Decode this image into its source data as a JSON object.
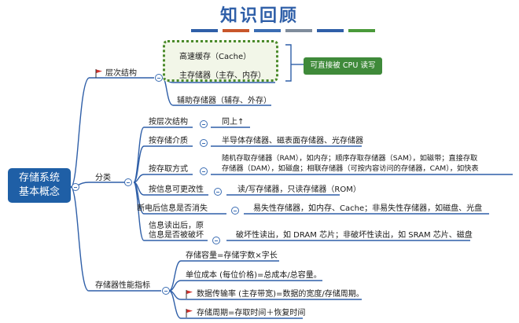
{
  "title": "知识回顾",
  "color_bars": [
    "#2f5fa8",
    "#c8562b",
    "#3b6db3",
    "#7f8c9c",
    "#2f5fa8",
    "#4a9a3a"
  ],
  "root": [
    "存储系统",
    "基本概念"
  ],
  "branches": {
    "hierarchy": {
      "label": "层次结构",
      "items": [
        "高速缓存（Cache）",
        "主存储器（主存、内存）",
        "辅助存储器（辅存、外存）"
      ],
      "callout": "可直接被 CPU 读写"
    },
    "classification": {
      "label": "分类",
      "items": [
        {
          "label": "按层次结构",
          "desc": [
            "同上↑"
          ]
        },
        {
          "label": "按存储介质",
          "desc": [
            "半导体存储器、磁表面存储器、光存储器"
          ]
        },
        {
          "label": "按存取方式",
          "desc": [
            "随机存取存储器（RAM），如内存；顺序存取存储器（SAM），如磁带；直接存取",
            "存储器（DAM），如磁盘；相联存储器（可按内容访问的存储器，CAM），如快表"
          ]
        },
        {
          "label": "按信息可更改性",
          "desc": [
            "读/写存储器，只读存储器（ROM）"
          ]
        },
        {
          "label": "断电后信息是否消失",
          "desc": [
            "易失性存储器，如内存、Cache；非易失性存储器，如磁盘、光盘"
          ]
        },
        {
          "label": [
            "信息读出后，原",
            "信息是否被破坏"
          ],
          "desc": [
            "破坏性读出，如 DRAM 芯片；非破坏性读出，如 SRAM 芯片、磁盘"
          ]
        }
      ]
    },
    "metrics": {
      "label": "存储器性能指标",
      "items": [
        "存储容量=存储字数×字长",
        "单位成本 (每位价格)=总成本/总容量。",
        "数据传输率 (主存带宽)=数据的宽度/存储周期。",
        "存储周期=存取时间＋恢复时间"
      ]
    }
  }
}
